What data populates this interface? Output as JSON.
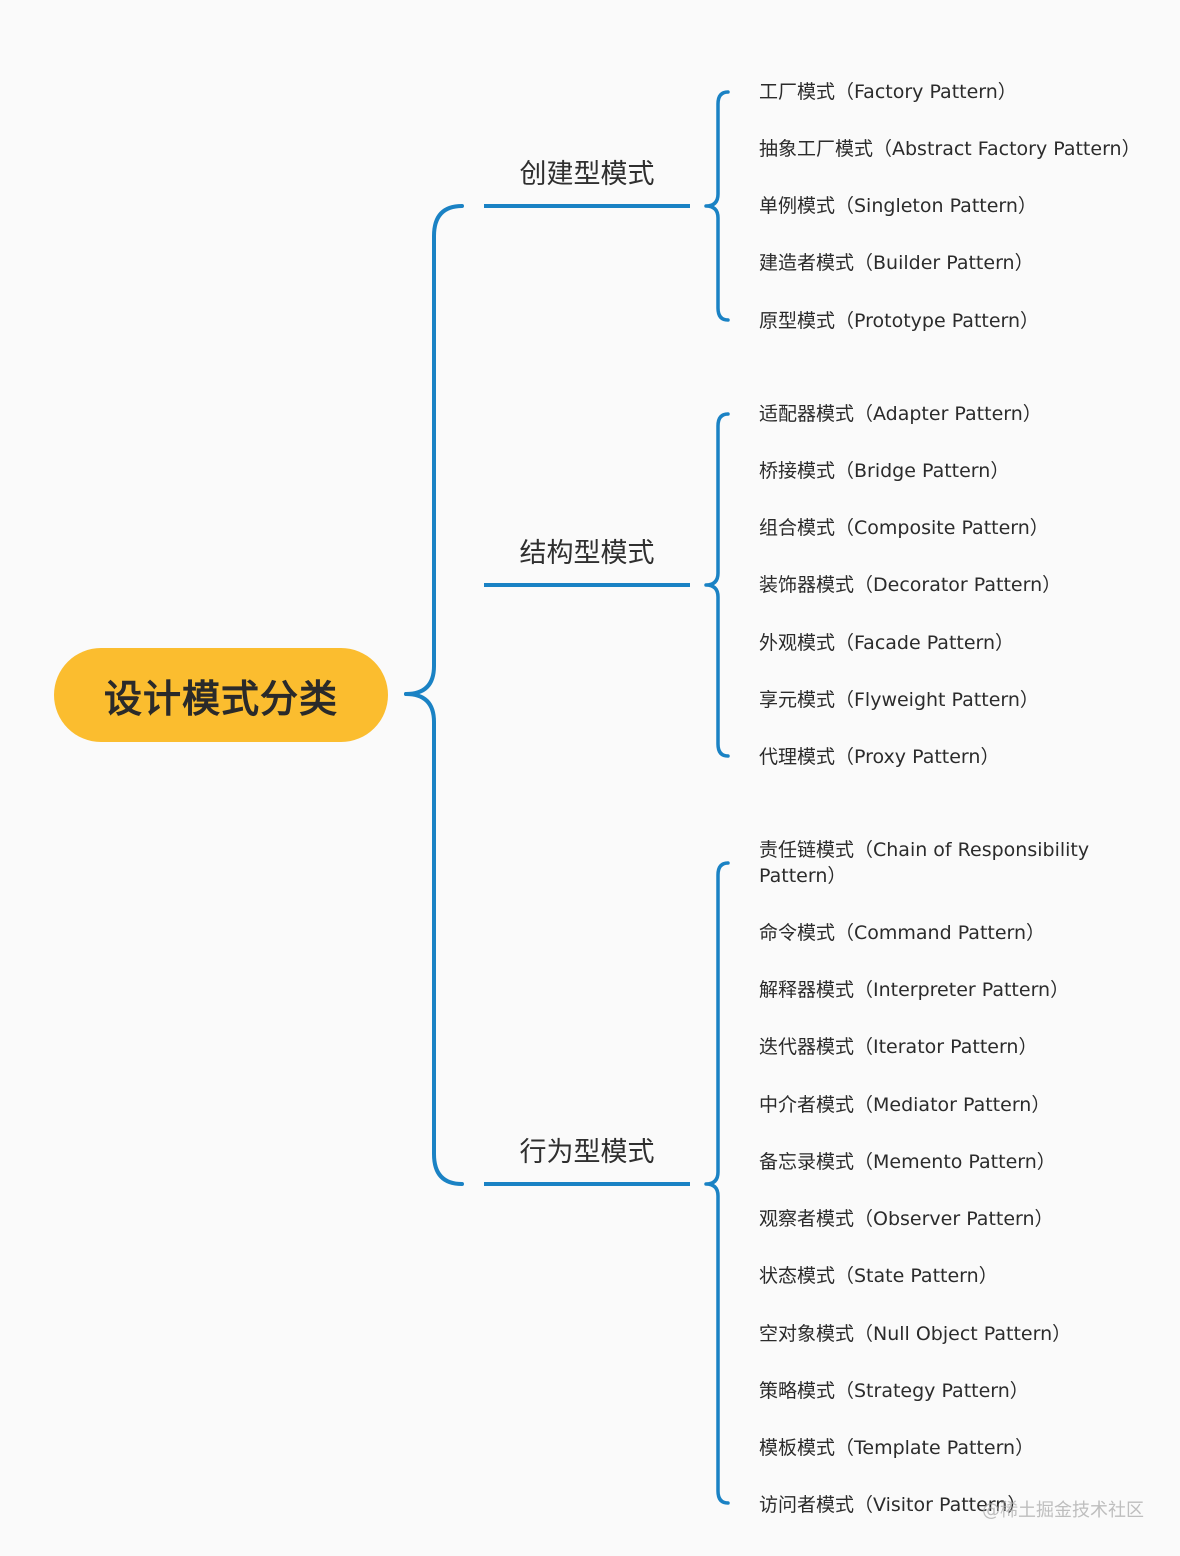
{
  "root": {
    "label": "设计模式分类"
  },
  "groups": [
    {
      "label": "创建型模式",
      "items": [
        "工厂模式（Factory Pattern）",
        "抽象工厂模式（Abstract Factory Pattern）",
        "单例模式（Singleton Pattern）",
        "建造者模式（Builder Pattern）",
        "原型模式（Prototype Pattern）"
      ]
    },
    {
      "label": "结构型模式",
      "items": [
        "适配器模式（Adapter Pattern）",
        "桥接模式（Bridge Pattern）",
        "组合模式（Composite Pattern）",
        "装饰器模式（Decorator Pattern）",
        "外观模式（Facade Pattern）",
        "享元模式（Flyweight Pattern）",
        "代理模式（Proxy Pattern）"
      ]
    },
    {
      "label": "行为型模式",
      "items": [
        "责任链模式（Chain of Responsibility Pattern）",
        "命令模式（Command Pattern）",
        "解释器模式（Interpreter Pattern）",
        "迭代器模式（Iterator Pattern）",
        "中介者模式（Mediator Pattern）",
        "备忘录模式（Memento Pattern）",
        "观察者模式（Observer Pattern）",
        "状态模式（State Pattern）",
        "空对象模式（Null Object Pattern）",
        "策略模式（Strategy Pattern）",
        "模板模式（Template Pattern）",
        "访问者模式（Visitor Pattern）"
      ]
    }
  ],
  "watermark": "@稀土掘金技术社区",
  "colors": {
    "root_fill": "#fbbd2f",
    "connector": "#1a82c4"
  }
}
